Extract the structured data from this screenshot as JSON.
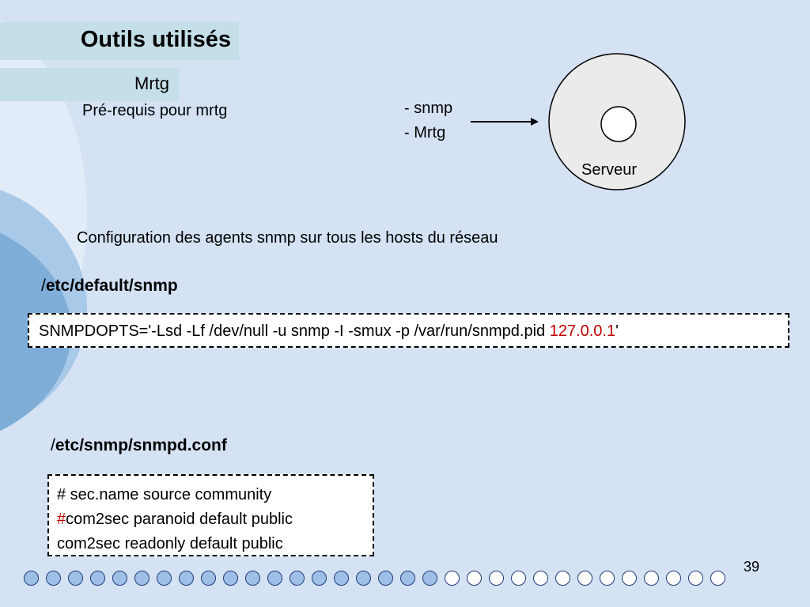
{
  "slide": {
    "title": "Outils utilisés",
    "subtitle": "Mrtg",
    "prereq_label": "Pré-requis pour mrtg",
    "list_items": [
      "- snmp",
      "- Mrtg"
    ],
    "server_label": "Serveur",
    "config_text": "Configuration des agents snmp sur tous les hosts du réseau",
    "path1_prefix": "/",
    "path1_rest": "etc/default/snmp",
    "box1": {
      "before": "SNMPDOPTS='-Lsd -Lf /dev/null -u snmp -I -smux -p /var/run/snmpd.pid ",
      "highlight": "127.0.0.1",
      "after": "'"
    },
    "path2_prefix": "/",
    "path2_rest": "etc/snmp/snmpd.conf",
    "box2": {
      "line1": "# sec.name source community",
      "line2_hash": "#",
      "line2_rest": "com2sec paranoid default public",
      "line3": "com2sec readonly default public"
    },
    "page_number": "39"
  },
  "colors": {
    "background": "#d4e2f4",
    "title_band": "#c5dfe8",
    "highlight_red": "#c00000",
    "dot_filled": "#9fc0e6"
  }
}
